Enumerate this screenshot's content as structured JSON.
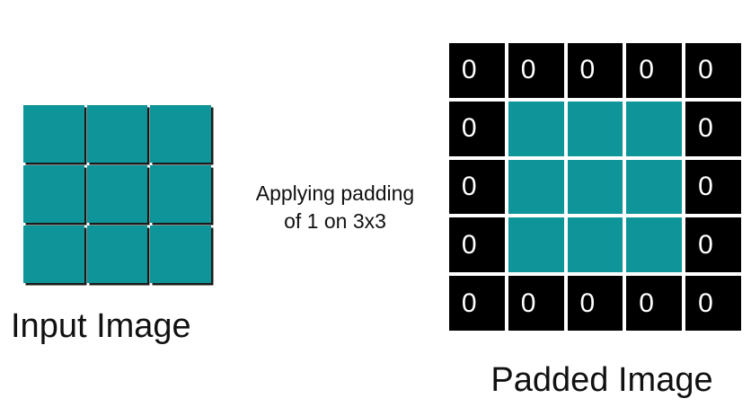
{
  "diagram": {
    "title_visible": false,
    "background_color": "#ffffff",
    "accent_color": "#0D9599",
    "zero_cell_color": "#000000",
    "zero_text_color": "#ffffff",
    "text_color": "#111111"
  },
  "input_image": {
    "label": "Input Image",
    "rows": 3,
    "cols": 3,
    "cells": [
      [
        "",
        "",
        ""
      ],
      [
        "",
        "",
        ""
      ],
      [
        "",
        "",
        ""
      ]
    ]
  },
  "caption": {
    "line1": "Applying padding",
    "line2": "of 1 on 3x3",
    "full_text": "Applying padding of 1 on 3x3"
  },
  "padded_image": {
    "label": "Padded Image",
    "rows": 5,
    "cols": 5,
    "padding": 1,
    "cells": [
      [
        {
          "type": "zero",
          "value": "0"
        },
        {
          "type": "zero",
          "value": "0"
        },
        {
          "type": "zero",
          "value": "0"
        },
        {
          "type": "zero",
          "value": "0"
        },
        {
          "type": "zero",
          "value": "0"
        }
      ],
      [
        {
          "type": "zero",
          "value": "0"
        },
        {
          "type": "teal",
          "value": ""
        },
        {
          "type": "teal",
          "value": ""
        },
        {
          "type": "teal",
          "value": ""
        },
        {
          "type": "zero",
          "value": "0"
        }
      ],
      [
        {
          "type": "zero",
          "value": "0"
        },
        {
          "type": "teal",
          "value": ""
        },
        {
          "type": "teal",
          "value": ""
        },
        {
          "type": "teal",
          "value": ""
        },
        {
          "type": "zero",
          "value": "0"
        }
      ],
      [
        {
          "type": "zero",
          "value": "0"
        },
        {
          "type": "teal",
          "value": ""
        },
        {
          "type": "teal",
          "value": ""
        },
        {
          "type": "teal",
          "value": ""
        },
        {
          "type": "zero",
          "value": "0"
        }
      ],
      [
        {
          "type": "zero",
          "value": "0"
        },
        {
          "type": "zero",
          "value": "0"
        },
        {
          "type": "zero",
          "value": "0"
        },
        {
          "type": "zero",
          "value": "0"
        },
        {
          "type": "zero",
          "value": "0"
        }
      ]
    ]
  }
}
